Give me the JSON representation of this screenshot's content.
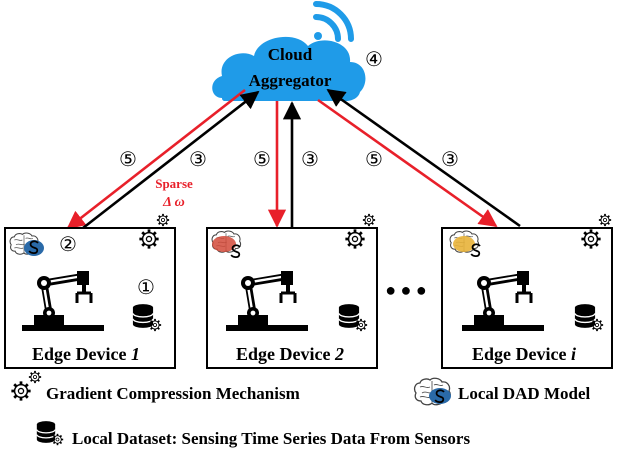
{
  "cloud": {
    "line1": "Cloud",
    "line2": "Aggregator",
    "step": "④",
    "color": "#1f9be8"
  },
  "devices": [
    {
      "prefix": "Edge Device ",
      "index": "1",
      "step": "①",
      "model_step": "②"
    },
    {
      "prefix": "Edge Device ",
      "index": "2"
    },
    {
      "prefix": "Edge Device ",
      "index": "i"
    }
  ],
  "ellipsis": "● ● ●",
  "links": [
    {
      "down_step": "⑤",
      "up_step": "③"
    },
    {
      "down_step": "⑤",
      "up_step": "③"
    },
    {
      "down_step": "⑤",
      "up_step": "③"
    }
  ],
  "sparse_label": {
    "line1": "Sparse",
    "line2": "Δ ω"
  },
  "legend": {
    "gradient": "Gradient Compression Mechanism",
    "model": "Local DAD Model",
    "dataset": "Local Dataset: Sensing Time Series Data From Sensors"
  },
  "colors": {
    "arrow_down": "#e8202a",
    "arrow_up": "#000000",
    "text_red": "#e8202a"
  },
  "icons": [
    "wifi-icon",
    "cloud-icon",
    "brain-icon",
    "gear-icon",
    "robot-arm-icon",
    "database-icon"
  ]
}
